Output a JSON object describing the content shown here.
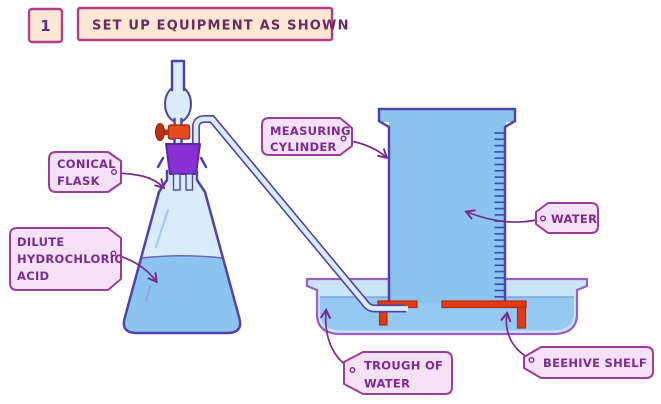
{
  "title": {
    "step_number": "1",
    "instruction": "SET UP EQUIPMENT AS SHOWN"
  },
  "labels": {
    "conical_flask": {
      "lines": [
        "CONICAL",
        "FLASK"
      ]
    },
    "dilute_hydrochloric_acid": {
      "lines": [
        "DILUTE",
        "HYDROCHLORIC",
        "ACID"
      ]
    },
    "measuring_cylinder": {
      "lines": [
        "MEASURING",
        "CYLINDER"
      ]
    },
    "water": {
      "lines": [
        "WATER"
      ]
    },
    "trough_of_water": {
      "lines": [
        "TROUGH OF",
        "WATER"
      ]
    },
    "beehive_shelf": {
      "lines": [
        "BEEHIVE SHELF"
      ]
    }
  },
  "colors": {
    "water_blue": "#8CC4F0",
    "glass_pale_blue": "#D9ECFA",
    "trough_glass": "#CAE4F8",
    "trough_water": "#96C9F2",
    "outline_purple": "#5243A6",
    "trough_outline": "#9A5FC0",
    "bung_purple": "#8A2FD6",
    "tap_red": "#E8481E",
    "tap_handle_red": "#C22D12",
    "shelf_red": "#E23A12",
    "graduation_blue": "#3A4AC0",
    "label_fill": "#F5E1F6",
    "label_border": "#9B3E9B",
    "label_text": "#7A2B8F",
    "title_fill": "#FAE8D2",
    "title_border": "#B13E8C",
    "title_text": "#6B2A62"
  }
}
